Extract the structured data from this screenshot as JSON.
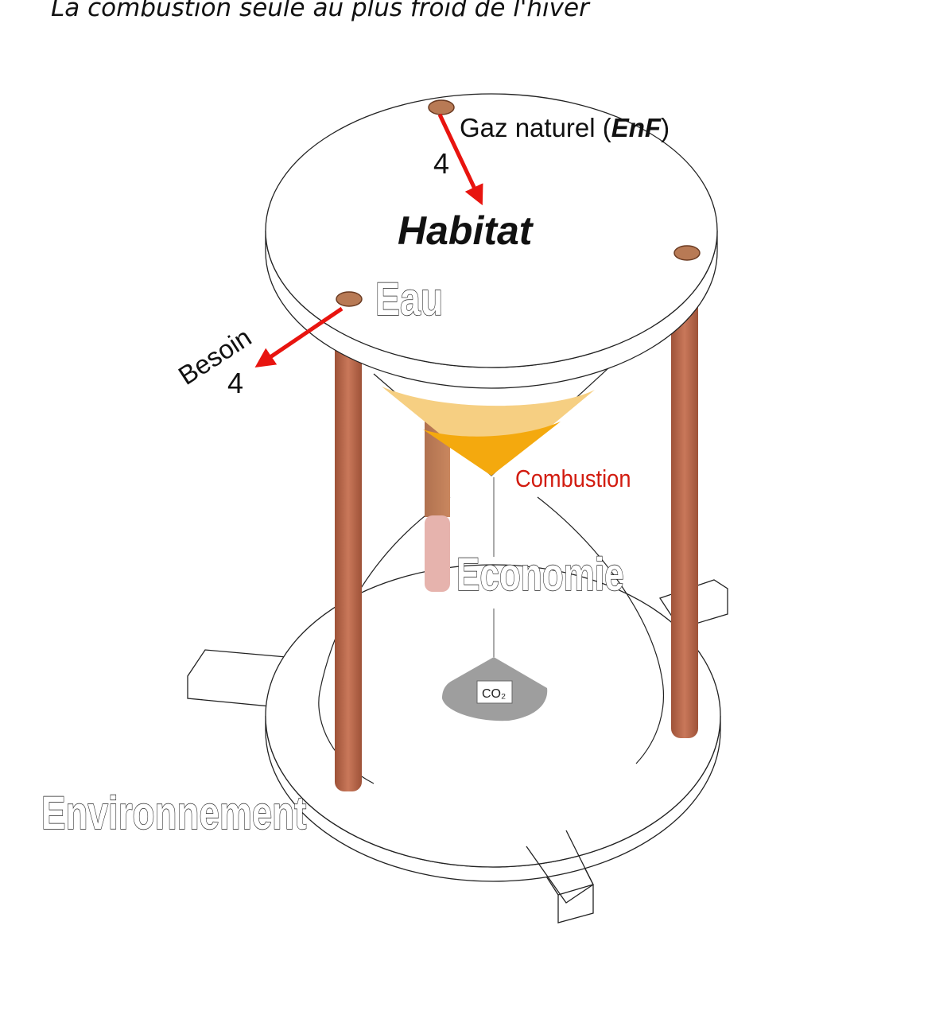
{
  "title": "La combustion seule au plus froid de l'hiver",
  "labels": {
    "gas_prefix": "Gaz naturel (",
    "gas_abbr": "EnF",
    "gas_suffix": ")",
    "gas_value": "4",
    "habitat": "Habitat",
    "eau": "Eau",
    "besoin": "Besoin",
    "besoin_value": "4",
    "combustion": "Combustion",
    "economie": "Economie",
    "co2": "CO₂",
    "environnement": "Environnement"
  },
  "colors": {
    "arrow": "#e8140f",
    "post": "#b86a4e",
    "post_faded": "#e6b3ad",
    "peg": "#b87a55",
    "sand_light": "#f6cf82",
    "sand_dark": "#f4a90e",
    "combustion_text": "#d21c10",
    "co2_pile": "#9e9e9e"
  }
}
